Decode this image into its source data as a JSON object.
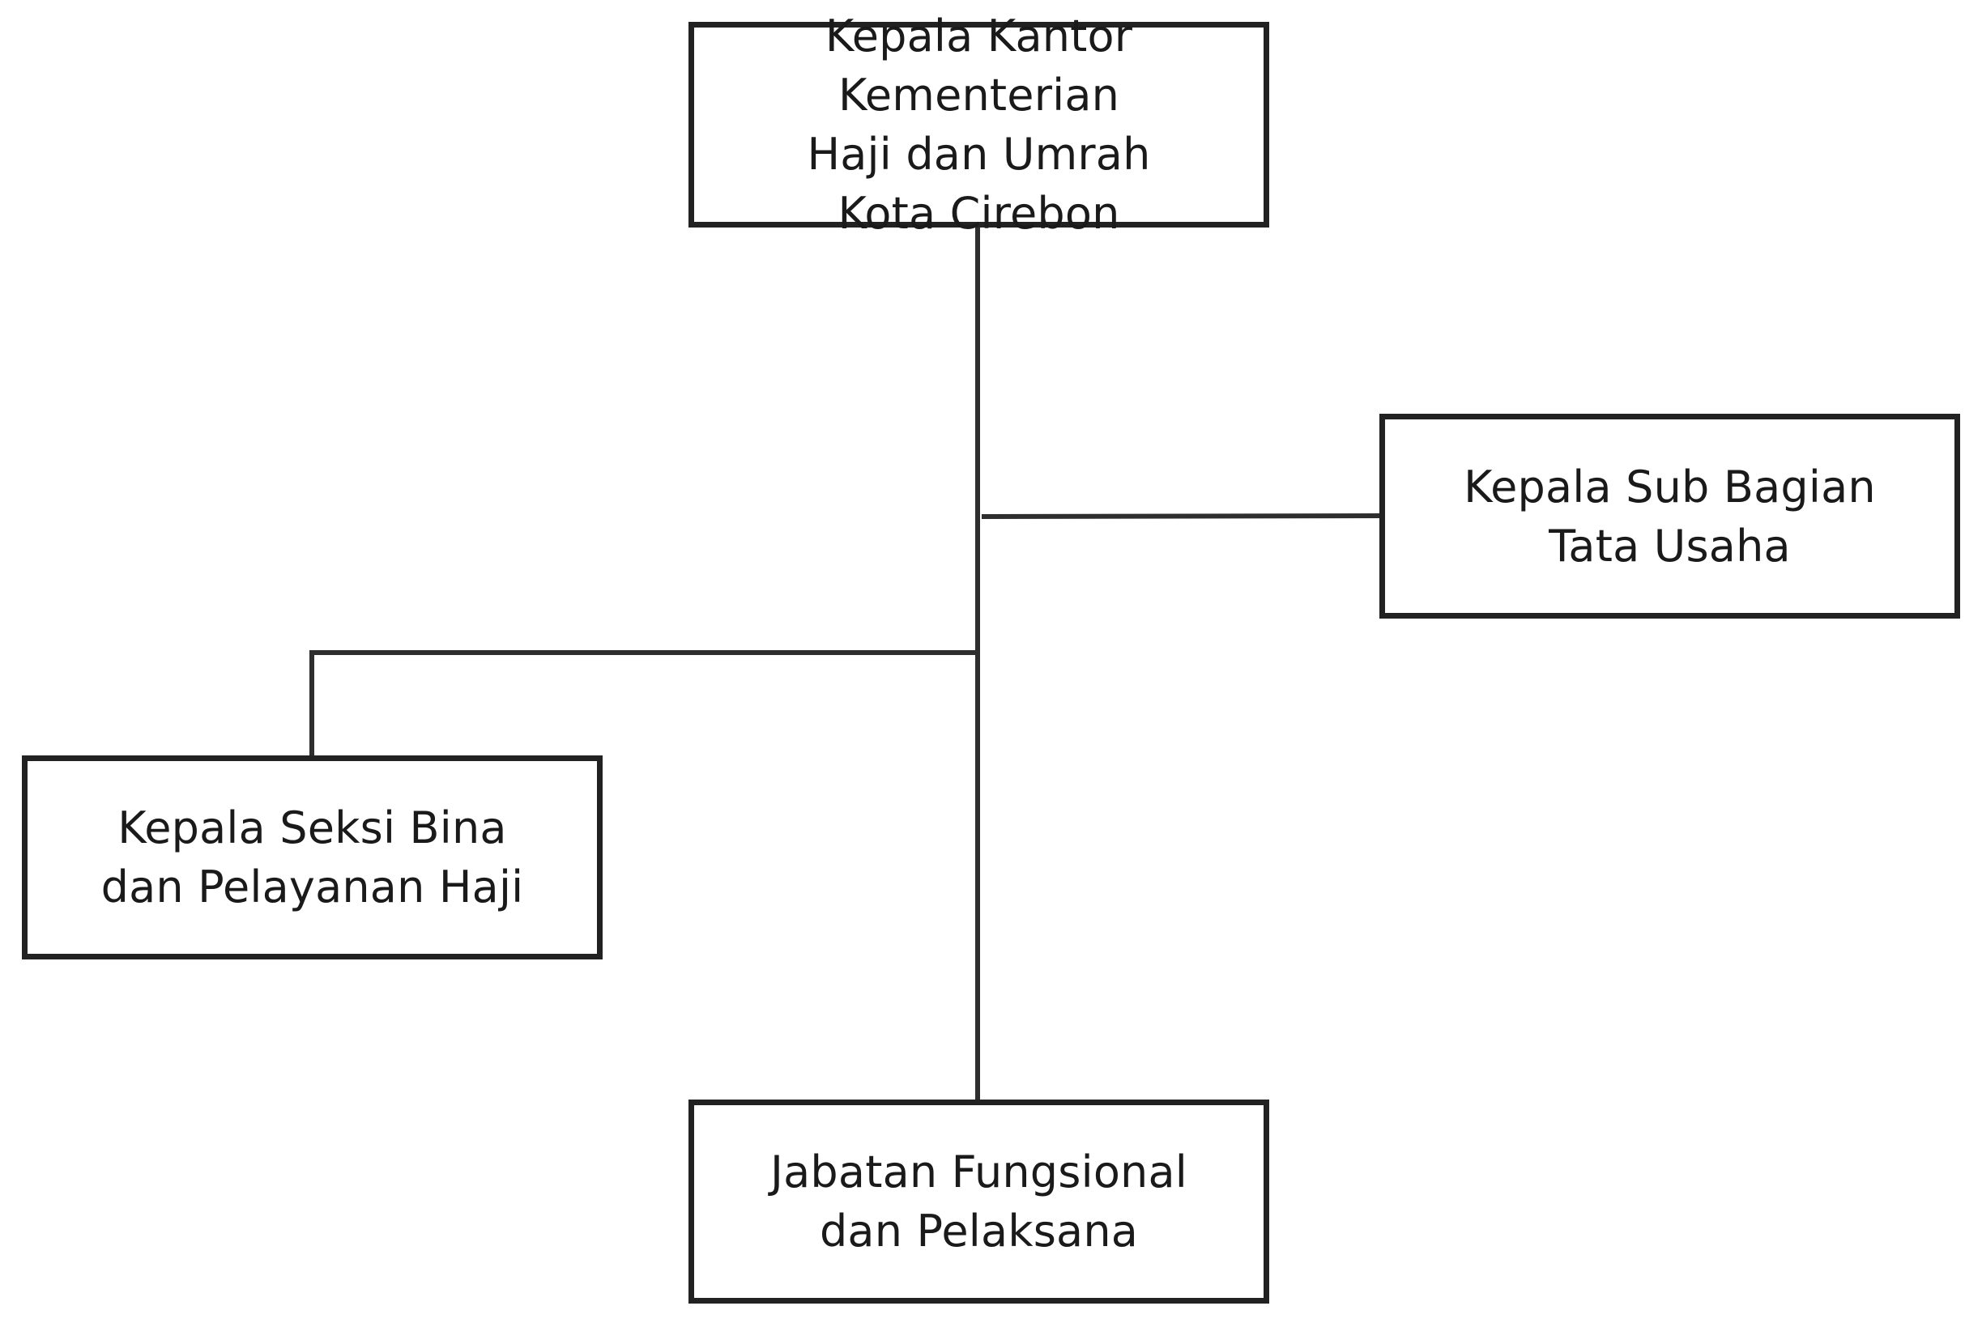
{
  "diagram": {
    "nodes": [
      {
        "id": "head",
        "text": "Kepala Kantor Kementerian\nHaji dan Umrah\nKota Cirebon"
      },
      {
        "id": "admin",
        "text": "Kepala Sub Bagian\nTata Usaha"
      },
      {
        "id": "hajj",
        "text": "Kepala Seksi Bina\ndan Pelayanan Haji"
      },
      {
        "id": "func",
        "text": "Jabatan Fungsional\ndan Pelaksana"
      }
    ],
    "edges": [
      {
        "from": "head",
        "to": "admin"
      },
      {
        "from": "head",
        "to": "hajj"
      },
      {
        "from": "head",
        "to": "func"
      }
    ],
    "line_color": "#2e2e2e",
    "border_color": "#222222"
  }
}
